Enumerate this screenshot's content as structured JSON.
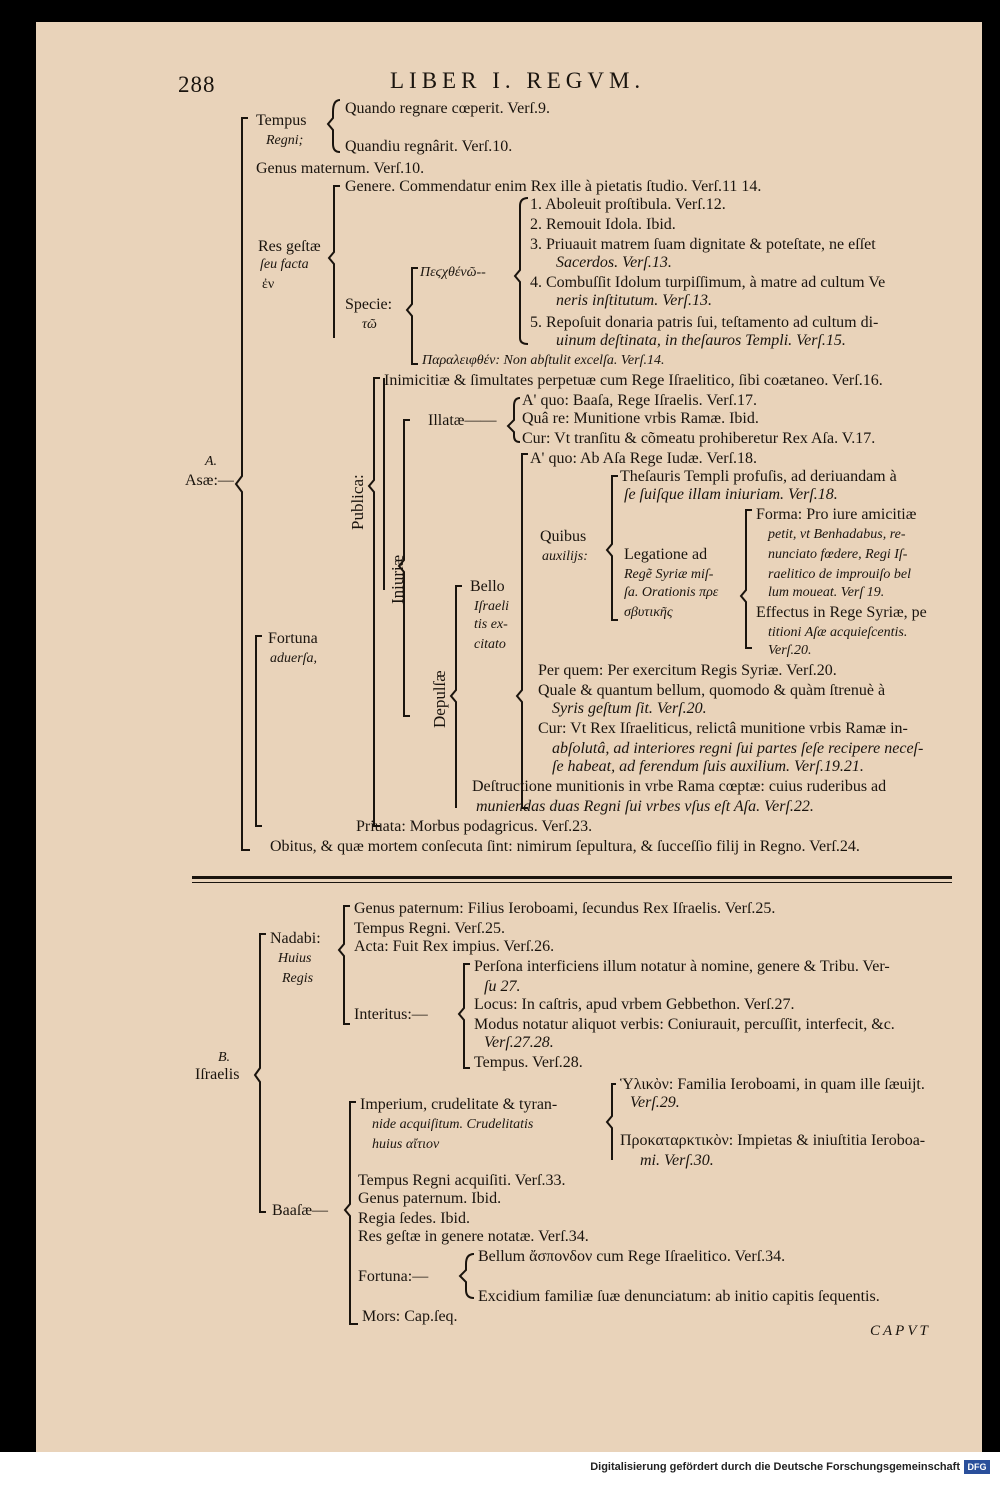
{
  "header": {
    "page_number": "288",
    "title": "LIBER I. REGVM."
  },
  "catchword": "CAPVT",
  "footer": {
    "text": "Digitalisierung gefördert durch die Deutsche Forschungsgemeinschaft",
    "logo": "DFG"
  },
  "sectionA": {
    "label_letter": "A.",
    "label": "Asæ:—",
    "tempus": "Tempus",
    "tempus_sub": "Regni;",
    "quando": "Quando regnare cœperit. Verſ.9.",
    "quandiu": "Quandiu regnârit. Verſ.10.",
    "genus": "Genus maternum. Verſ.10.",
    "res": "Res geſtæ",
    "res_sub": "ſeu facta",
    "res_sub2": "ἐν",
    "genere": "Genere. Commendatur enim Rex ille à pietatis ſtudio. Verſ.11 14.",
    "specie": "Specie:",
    "specie_sub": "τῶ",
    "greek1": "Πεϛχθένῶ--",
    "item1": "1. Aboleuit proſtibula. Verſ.12.",
    "item2": "2. Remouit Idola. Ibid.",
    "item3a": "3. Priuauit matrem ſuam dignitate & poteſtate, ne eſſet",
    "item3b": "Sacerdos. Verſ.13.",
    "item4a": "4. Combuſſit Idolum turpiſſimum, à matre ad cultum Ve",
    "item4b": "neris inſtitutum. Verſ.13.",
    "item5a": "5. Repoſuit donaria patris ſui, teſtamento ad cultum di-",
    "item5b": "uinum deſtinata, in theſauros Templi. Verſ.15.",
    "greek2": "Παραλειφθέν: Non abſtulit excelſa. Verſ.14.",
    "fortuna": "Fortuna",
    "fortuna_sub": "aduerſa,",
    "publica": "Publica:",
    "iniuriae": "Iniuriæ",
    "inimicitiae": "Inimicitiæ & ſimultates perpetuæ cum Rege Iſraelitico, ſibi coætaneo. Verſ.16.",
    "illatae": "Illatæ——",
    "aquo1": "A' quo: Baaſa, Rege Iſraelis. Verſ.17.",
    "quare": "Quâ re: Munitione vrbis Ramæ. Ibid.",
    "cur1": "Cur: Vt tranſitu & cõmeatu prohiberetur Rex Aſa. V.17.",
    "depulsae": "Depulſæ",
    "aquo2": "A' quo: Ab Aſa Rege Iudæ. Verſ.18.",
    "bello1": "Bello",
    "bello2": "Iſraeli",
    "bello3": "tis ex-",
    "bello4": "citato",
    "quibus": "Quibus",
    "quibus_sub": "auxilijs:",
    "thesauris1": "Theſauris Templi profuſis, ad deriuandam à",
    "thesauris2": "ſe ſuiſque illam iniuriam. Verſ.18.",
    "legatione1": "Legatione ad",
    "legatione2": "Regẽ Syriæ miſ-",
    "legatione3": "ſa. Orationis πρε",
    "legatione4": "σβυτικῆς",
    "forma1": "Forma: Pro iure amicitiæ",
    "forma2": "petit, vt Benhadabus, re-",
    "forma3": "nunciato fœdere, Regi Iſ-",
    "forma4": "raelitico de improuiſo bel",
    "forma5": "lum moueat. Verſ 19.",
    "effectus1": "Effectus in Rege Syriæ, pe",
    "effectus2": "titioni Aſæ acquieſcentis.",
    "effectus3": "Verſ.20.",
    "perquem": "Per quem: Per exercitum Regis Syriæ. Verſ.20.",
    "quale1": "Quale & quantum bellum, quomodo & quàm ſtrenuè à",
    "quale2": "Syris geſtum ſit. Verſ.20.",
    "cur2a": "Cur: Vt Rex Iſraeliticus, relictâ munitione vrbis Ramæ in-",
    "cur2b": "abſolutâ, ad interiores regni ſui partes ſeſe recipere neceſ-",
    "cur2c": "ſe habeat, ad ferendum ſuis auxilium. Verſ.19.21.",
    "destr1": "Deſtructione munitionis in vrbe Rama cœptæ: cuius ruderibus ad",
    "destr2": "muniendas duas Regni ſui vrbes vſus eſt Aſa. Verſ.22.",
    "priuata": "Priuata: Morbus podagricus. Verſ.23.",
    "obitus": "Obitus, & quæ mortem conſecuta ſint: nimirum ſepultura, & ſucceſſio filij in Regno. Verſ.24."
  },
  "sectionB": {
    "label_letter": "B.",
    "label": "Iſraelis",
    "nadabi": "Nadabi:",
    "nadabi_sub1": "Huius",
    "nadabi_sub2": "Regis",
    "genusp": "Genus paternum: Filius Ieroboami, ſecundus Rex Iſraelis. Verſ.25.",
    "tempusr": "Tempus Regni. Verſ.25.",
    "acta": "Acta: Fuit Rex impius. Verſ.26.",
    "interitus": "Interitus:—",
    "persona1": "Perſona interficiens illum notatur à nomine, genere & Tribu. Ver-",
    "persona2": "ſu 27.",
    "locus": "Locus: In caſtris, apud vrbem Gebbethon. Verſ.27.",
    "modus1": "Modus notatur aliquot verbis: Coniurauit, percuſſit, interfecit, &c.",
    "modus2": "Verſ.27.28.",
    "tempus": "Tempus. Verſ.28.",
    "baasae": "Baaſæ—",
    "imperium1": "Imperium, crudelitate & tyran-",
    "imperium2": "nide acquiſitum. Crudelitatis",
    "imperium3": "huius αἴτιον",
    "ylikon1": "Ὑλικὸν: Familia Ieroboami, in quam ille ſæuijt.",
    "ylikon2": "Verſ.29.",
    "proka1": "Προκαταρκτικὸν: Impietas & iniuſtitia Ieroboa-",
    "proka2": "mi. Verſ.30.",
    "tempusregni": "Tempus Regni acquiſiti. Verſ.33.",
    "genusp2": "Genus paternum. Ibid.",
    "regia": "Regia ſedes. Ibid.",
    "res": "Res geſtæ in genere notatæ. Verſ.34.",
    "fortuna": "Fortuna:—",
    "bellum": "Bellum ἄσπονδον cum Rege Iſraelitico. Verſ.34.",
    "excidium": "Excidium familiæ ſuæ denunciatum: ab initio capitis ſequentis.",
    "mors": "Mors: Cap.ſeq."
  }
}
